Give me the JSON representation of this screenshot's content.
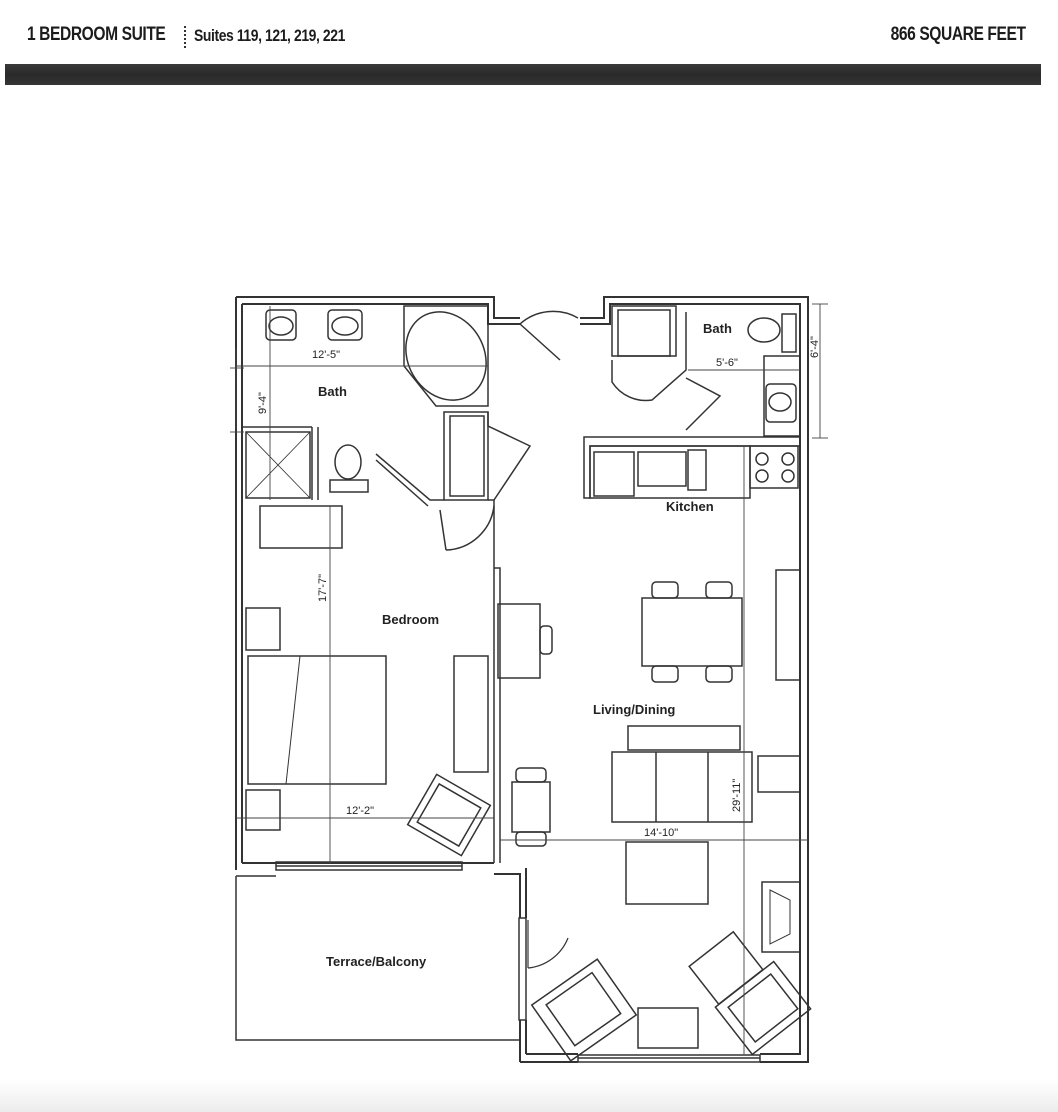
{
  "header": {
    "suite_type": "1 BEDROOM SUITE",
    "suite_numbers": "Suites 119, 121, 219, 221",
    "square_feet": "866 SQUARE FEET"
  },
  "rooms": {
    "bath_main": "Bath",
    "bath_small": "Bath",
    "kitchen": "Kitchen",
    "bedroom": "Bedroom",
    "living_dining": "Living/Dining",
    "terrace": "Terrace/Balcony"
  },
  "dimensions": {
    "bath_main_width": "12'-5\"",
    "bath_main_depth": "9'-4\"",
    "bath_small_width": "5'-6\"",
    "bath_small_depth": "6'-4\"",
    "bedroom_depth": "17'-7\"",
    "bedroom_width": "12'-2\"",
    "living_depth": "29'-11\"",
    "living_width": "14'-10\""
  }
}
